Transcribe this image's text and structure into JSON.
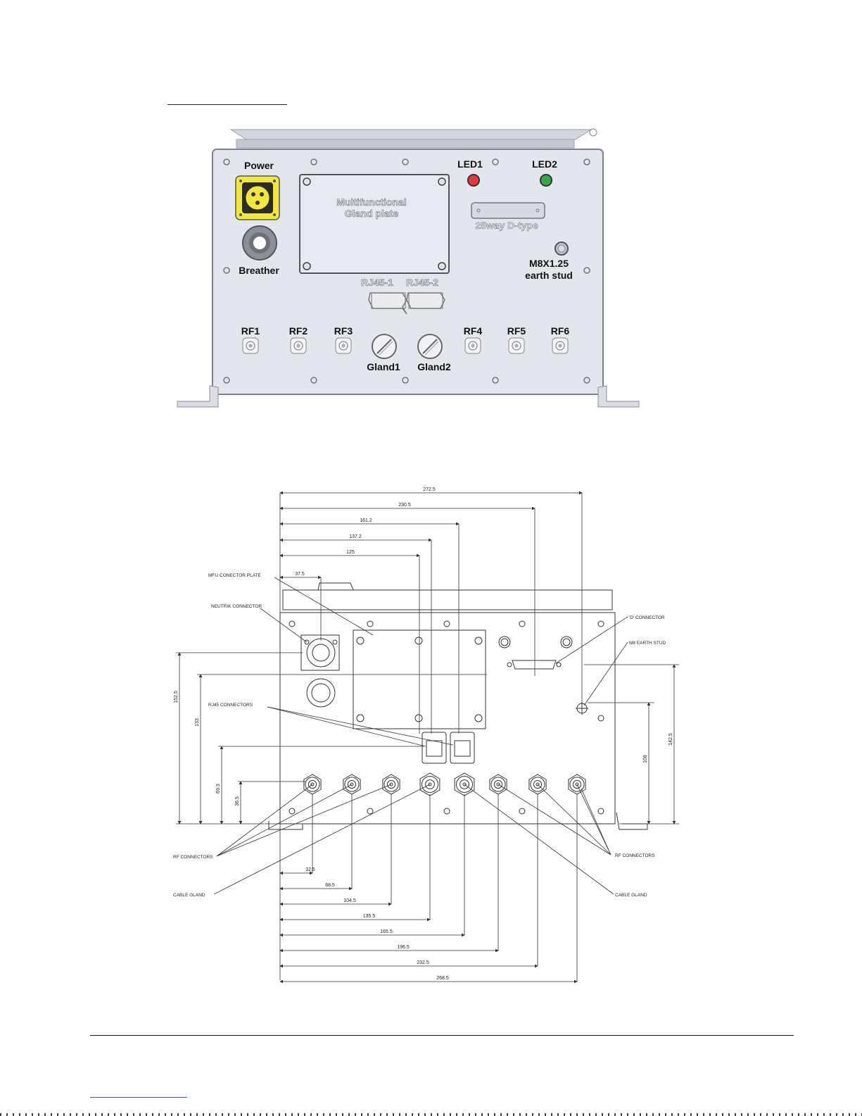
{
  "panel": {
    "power_label": "Power",
    "breather_label": "Breather",
    "gland_plate_line1": "Multifunctional",
    "gland_plate_line2": "Gland plate",
    "led1_label": "LED1",
    "led2_label": "LED2",
    "dtype_label": "25way D-type",
    "earth_stud_line1": "M8X1.25",
    "earth_stud_line2": "earth stud",
    "rj45_1_label": "RJ45-1",
    "rj45_2_label": "RJ45-2",
    "rf_labels": [
      "RF1",
      "RF2",
      "RF3",
      "RF4",
      "RF5",
      "RF6"
    ],
    "gland1_label": "Gland1",
    "gland2_label": "Gland2",
    "colors": {
      "panel_fill": "#e4e6ee",
      "power_yellow": "#f2e83a",
      "led1_red": "#e53a36",
      "led2_green": "#35a845"
    }
  },
  "drawing": {
    "top_dimensions": [
      "272.5",
      "230.5",
      "161.2",
      "137.2",
      "125",
      "37.5"
    ],
    "bottom_dimensions": [
      "32.5",
      "68.5",
      "104.5",
      "135.5",
      "165.5",
      "196.5",
      "232.5",
      "268.5"
    ],
    "left_dimensions": [
      "152.5",
      "133",
      "69.3",
      "36.5"
    ],
    "right_dimensions": [
      "108",
      "142.5"
    ],
    "callouts": {
      "mfu": "MFU CONECTOR PLATE",
      "neutrik": "NEUTRIK CONNECTOR",
      "rj45": "RJ45 CONNECTORS",
      "rf_left": "RF CONNECTORS",
      "gland_left": "CABLE GLAND",
      "d_connector": "'D' CONNECTOR",
      "earth": "M8 EARTH STUD",
      "rf_right": "RF CONNECTORS",
      "gland_right": "CABLE GLAND"
    }
  }
}
